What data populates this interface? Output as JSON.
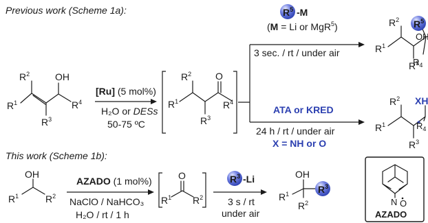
{
  "colors": {
    "accent_blue": "#2b3fb0",
    "ink": "#1a1a1a",
    "badge_gradient": [
      "#e6eaff",
      "#6f7ee0",
      "#2b3fb0"
    ]
  },
  "section_a": {
    "heading": "Previous work (Scheme 1a):",
    "substrate": {
      "r1": "R",
      "r1_sup": "1",
      "r2": "R",
      "r2_sup": "2",
      "r3": "R",
      "r3_sup": "3",
      "r4": "R",
      "r4_sup": "4",
      "oh": "OH"
    },
    "arrow1": {
      "catalyst": "[Ru]",
      "loading": " (5 mol%)",
      "solvent_a": "H₂O or ",
      "solvent_b": "DESs",
      "temperature": "50-75 ºC"
    },
    "intermediate": {
      "r1": "R",
      "r1_sup": "1",
      "r2": "R",
      "r2_sup": "2",
      "r3": "R",
      "r3_sup": "3",
      "r4": "R",
      "r4_sup": "4",
      "o": "O"
    },
    "reagent_top": {
      "badge": "R",
      "badge_sup": "5",
      "metal": "-M",
      "m_note_a": "(",
      "m_note_b": "M",
      "m_note_c": " = Li or MgR",
      "m_note_sup": "5",
      "m_note_d": ")",
      "conditions": "3 sec. / rt / under air"
    },
    "product_top": {
      "r1": "R",
      "r1_sup": "1",
      "r2": "R",
      "r2_sup": "2",
      "r3": "R",
      "r3_sup": "3",
      "r4": "R",
      "r4_sub": "4",
      "badge": "R",
      "badge_sup": "5",
      "oh": "OH"
    },
    "reagent_bottom": {
      "label": "ATA or KRED",
      "conditions": "24 h / rt / under air",
      "x_note": "X = NH or O"
    },
    "product_bottom": {
      "r1": "R",
      "r1_sup": "1",
      "r2": "R",
      "r2_sup": "2",
      "r3": "R",
      "r3_sup": "3",
      "r4": "R",
      "r4_sub": "4",
      "xh": "XH",
      "star": "*"
    }
  },
  "section_b": {
    "heading": "This work (Scheme 1b):",
    "substrate": {
      "oh": "OH",
      "r1": "R",
      "r1_sup": "1",
      "r2": "R",
      "r2_sup": "2"
    },
    "arrow1": {
      "catalyst": "AZADO",
      "loading": " (1 mol%)",
      "oxidant": "NaClO / NaHCO₃",
      "conditions": "H₂O / rt / 1 h"
    },
    "intermediate": {
      "o": "O",
      "r1": "R",
      "r1_sup": "1",
      "r2": "R",
      "r2_sup": "2"
    },
    "arrow2": {
      "badge": "R",
      "badge_sup": "3",
      "metal": "-Li",
      "conditions_a": "3 s / rt",
      "conditions_b": "under air"
    },
    "product": {
      "oh": "OH",
      "r1": "R",
      "r1_sup": "1",
      "r2": "R",
      "r2_sup": "2",
      "badge": "R",
      "badge_sup": "3"
    },
    "azado_box": {
      "label": "AZADO",
      "n": "N",
      "o_radical": "O"
    }
  }
}
